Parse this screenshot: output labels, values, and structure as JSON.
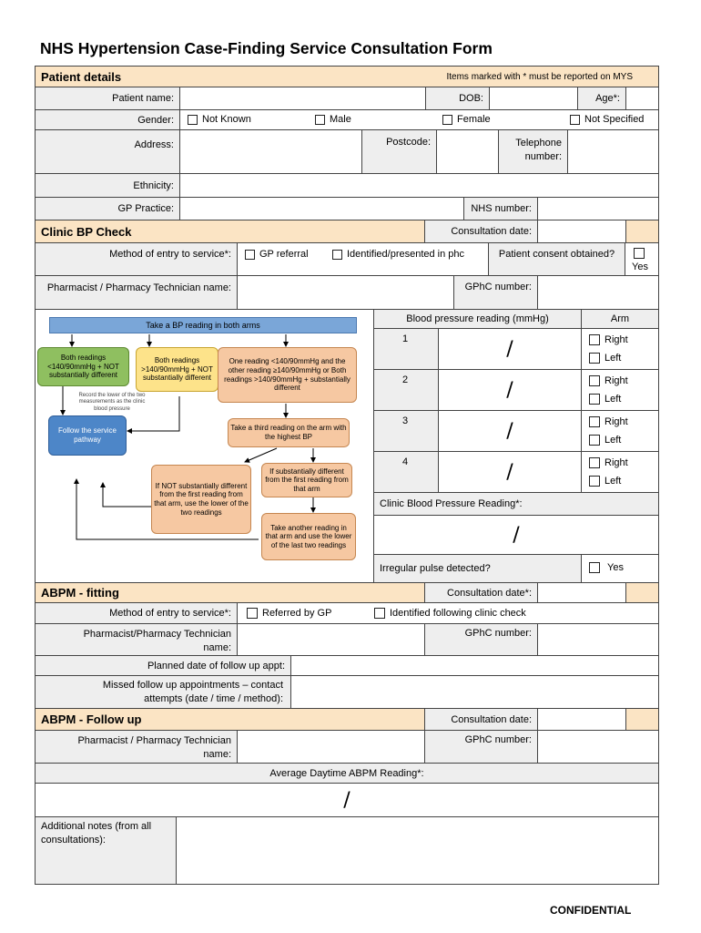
{
  "title": "NHS Hypertension Case-Finding Service Consultation Form",
  "confidential": "CONFIDENTIAL",
  "patient": {
    "header": "Patient details",
    "note": "Items marked with * must be reported on MYS",
    "name": "Patient name:",
    "dob": "DOB:",
    "age": "Age*:",
    "gender": "Gender:",
    "gender_options": [
      "Not Known",
      "Male",
      "Female",
      "Not Specified"
    ],
    "address": "Address:",
    "postcode": "Postcode:",
    "telephone": "Telephone number:",
    "ethnicity": "Ethnicity:",
    "gp_practice": "GP Practice:",
    "nhs_number": "NHS number:"
  },
  "clinic": {
    "header": "Clinic BP Check",
    "consultation_date": "Consultation date:",
    "method": "Method of entry to service*:",
    "method_options": [
      "GP referral",
      "Identified/presented in phc"
    ],
    "consent": "Patient consent obtained?",
    "consent_yes": "Yes",
    "pharmacist": "Pharmacist / Pharmacy Technician name:",
    "gphc": "GPhC number:",
    "bp_reading_header": "Blood pressure reading (mmHg)",
    "arm_header": "Arm",
    "rows": [
      "1",
      "2",
      "3",
      "4"
    ],
    "right": "Right",
    "left": "Left",
    "slash": "/",
    "clinic_bp": "Clinic Blood Pressure Reading*:",
    "irregular": "Irregular pulse detected?",
    "irregular_yes": "Yes"
  },
  "flow": {
    "top": "Take a BP reading in both arms",
    "box_a": "Both readings <140/90mmHg + NOT substantially different",
    "box_b": "Both readings >140/90mmHg + NOT substantially different",
    "box_c": "One reading <140/90mmHg and the other reading ≥140/90mmHg or Both readings >140/90mmHg + substantially different",
    "note": "Record the lower of the two measurements as the clinic blood pressure",
    "follow": "Follow the service pathway",
    "third": "Take a third reading on the arm with the highest BP",
    "not_sub": "If NOT substantially different from the first reading from that arm, use the lower of the two readings",
    "sub": "If substantially different from the first reading from that arm",
    "another": "Take another reading in that arm and use the lower of the last two readings"
  },
  "abpm_fit": {
    "header": "ABPM - fitting",
    "consultation_date": "Consultation date*:",
    "method": "Method of entry to service*:",
    "method_options": [
      "Referred by GP",
      "Identified following clinic check"
    ],
    "pharmacist": "Pharmacist/Pharmacy Technician name:",
    "gphc": "GPhC number:",
    "planned": "Planned date of follow up appt:",
    "missed": "Missed follow up appointments – contact attempts (date / time / method):"
  },
  "abpm_follow": {
    "header": "ABPM - Follow up",
    "consultation_date": "Consultation date:",
    "pharmacist": "Pharmacist / Pharmacy Technician name:",
    "gphc": "GPhC number:",
    "average": "Average Daytime ABPM Reading*:",
    "slash": "/",
    "notes": "Additional notes (from all consultations):"
  }
}
